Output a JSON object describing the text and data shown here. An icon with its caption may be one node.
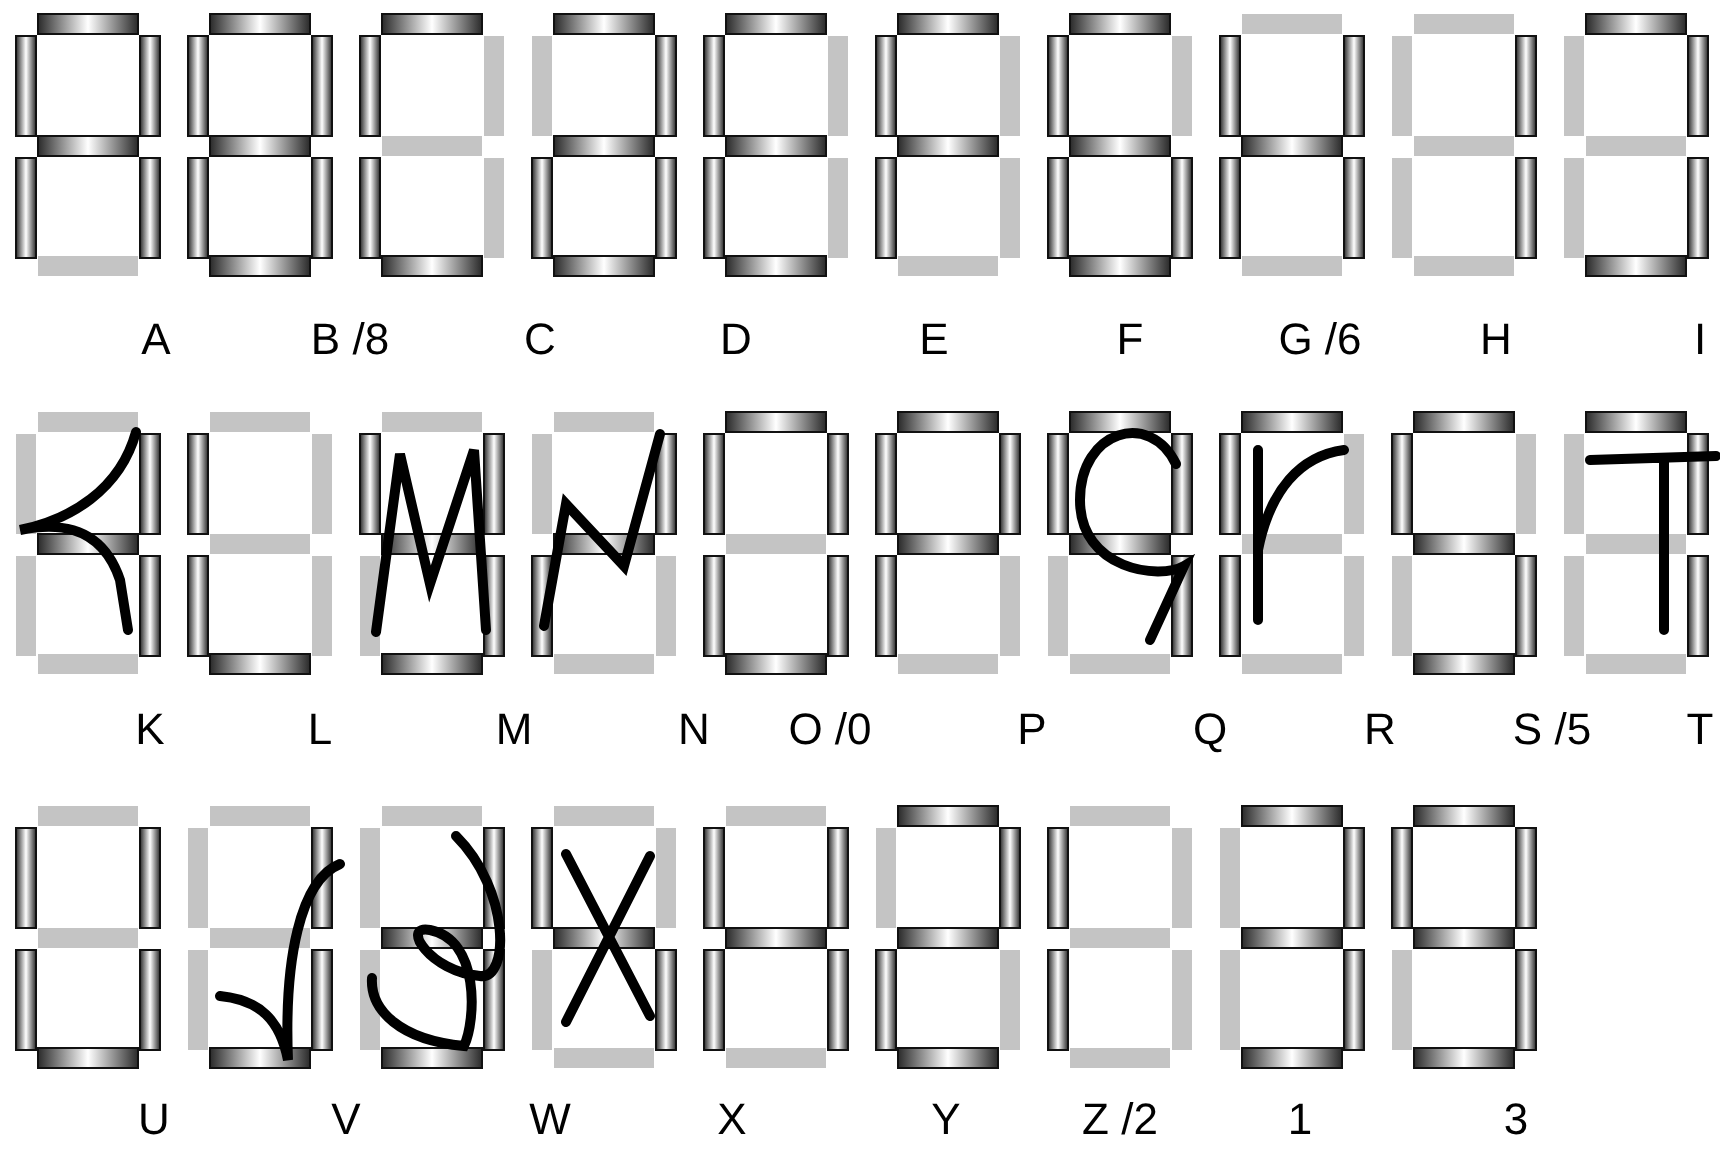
{
  "diagram": {
    "labels": [
      "A",
      "B /8",
      "C",
      "D",
      "E",
      "F",
      "G /6",
      "H",
      "I",
      "K",
      "L",
      "M",
      "N",
      "O /0",
      "P",
      "Q",
      "R",
      "S /5",
      "T",
      "U",
      "V",
      "W",
      "X",
      "Y",
      "Z /2",
      "1",
      "3"
    ]
  }
}
